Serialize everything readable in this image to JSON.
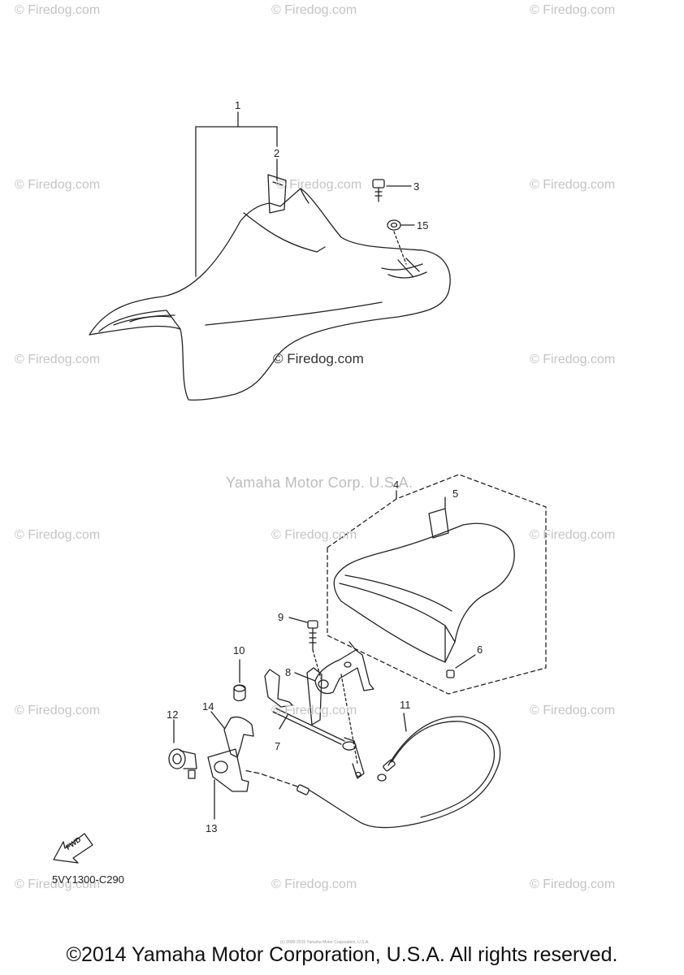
{
  "watermarks": {
    "firedog": "© Firedog.com",
    "center": "© Firedog.com",
    "yamaha": "Yamaha Motor Corp. U.S.A."
  },
  "callouts": {
    "p1": "1",
    "p2": "2",
    "p3": "3",
    "p15": "15",
    "p4": "4",
    "p5": "5",
    "p6": "6",
    "p7": "7",
    "p8": "8",
    "p9": "9",
    "p10": "10",
    "p11": "11",
    "p12": "12",
    "p13": "13",
    "p14": "14"
  },
  "fwd_label": "FWD",
  "part_code": "5VY1300-C290",
  "tiny_text": "(c) 2000-2015 Yamaha Motor Corporation, U.S.A.",
  "footer": "©2014 Yamaha Motor Corporation, U.S.A. All rights reserved."
}
